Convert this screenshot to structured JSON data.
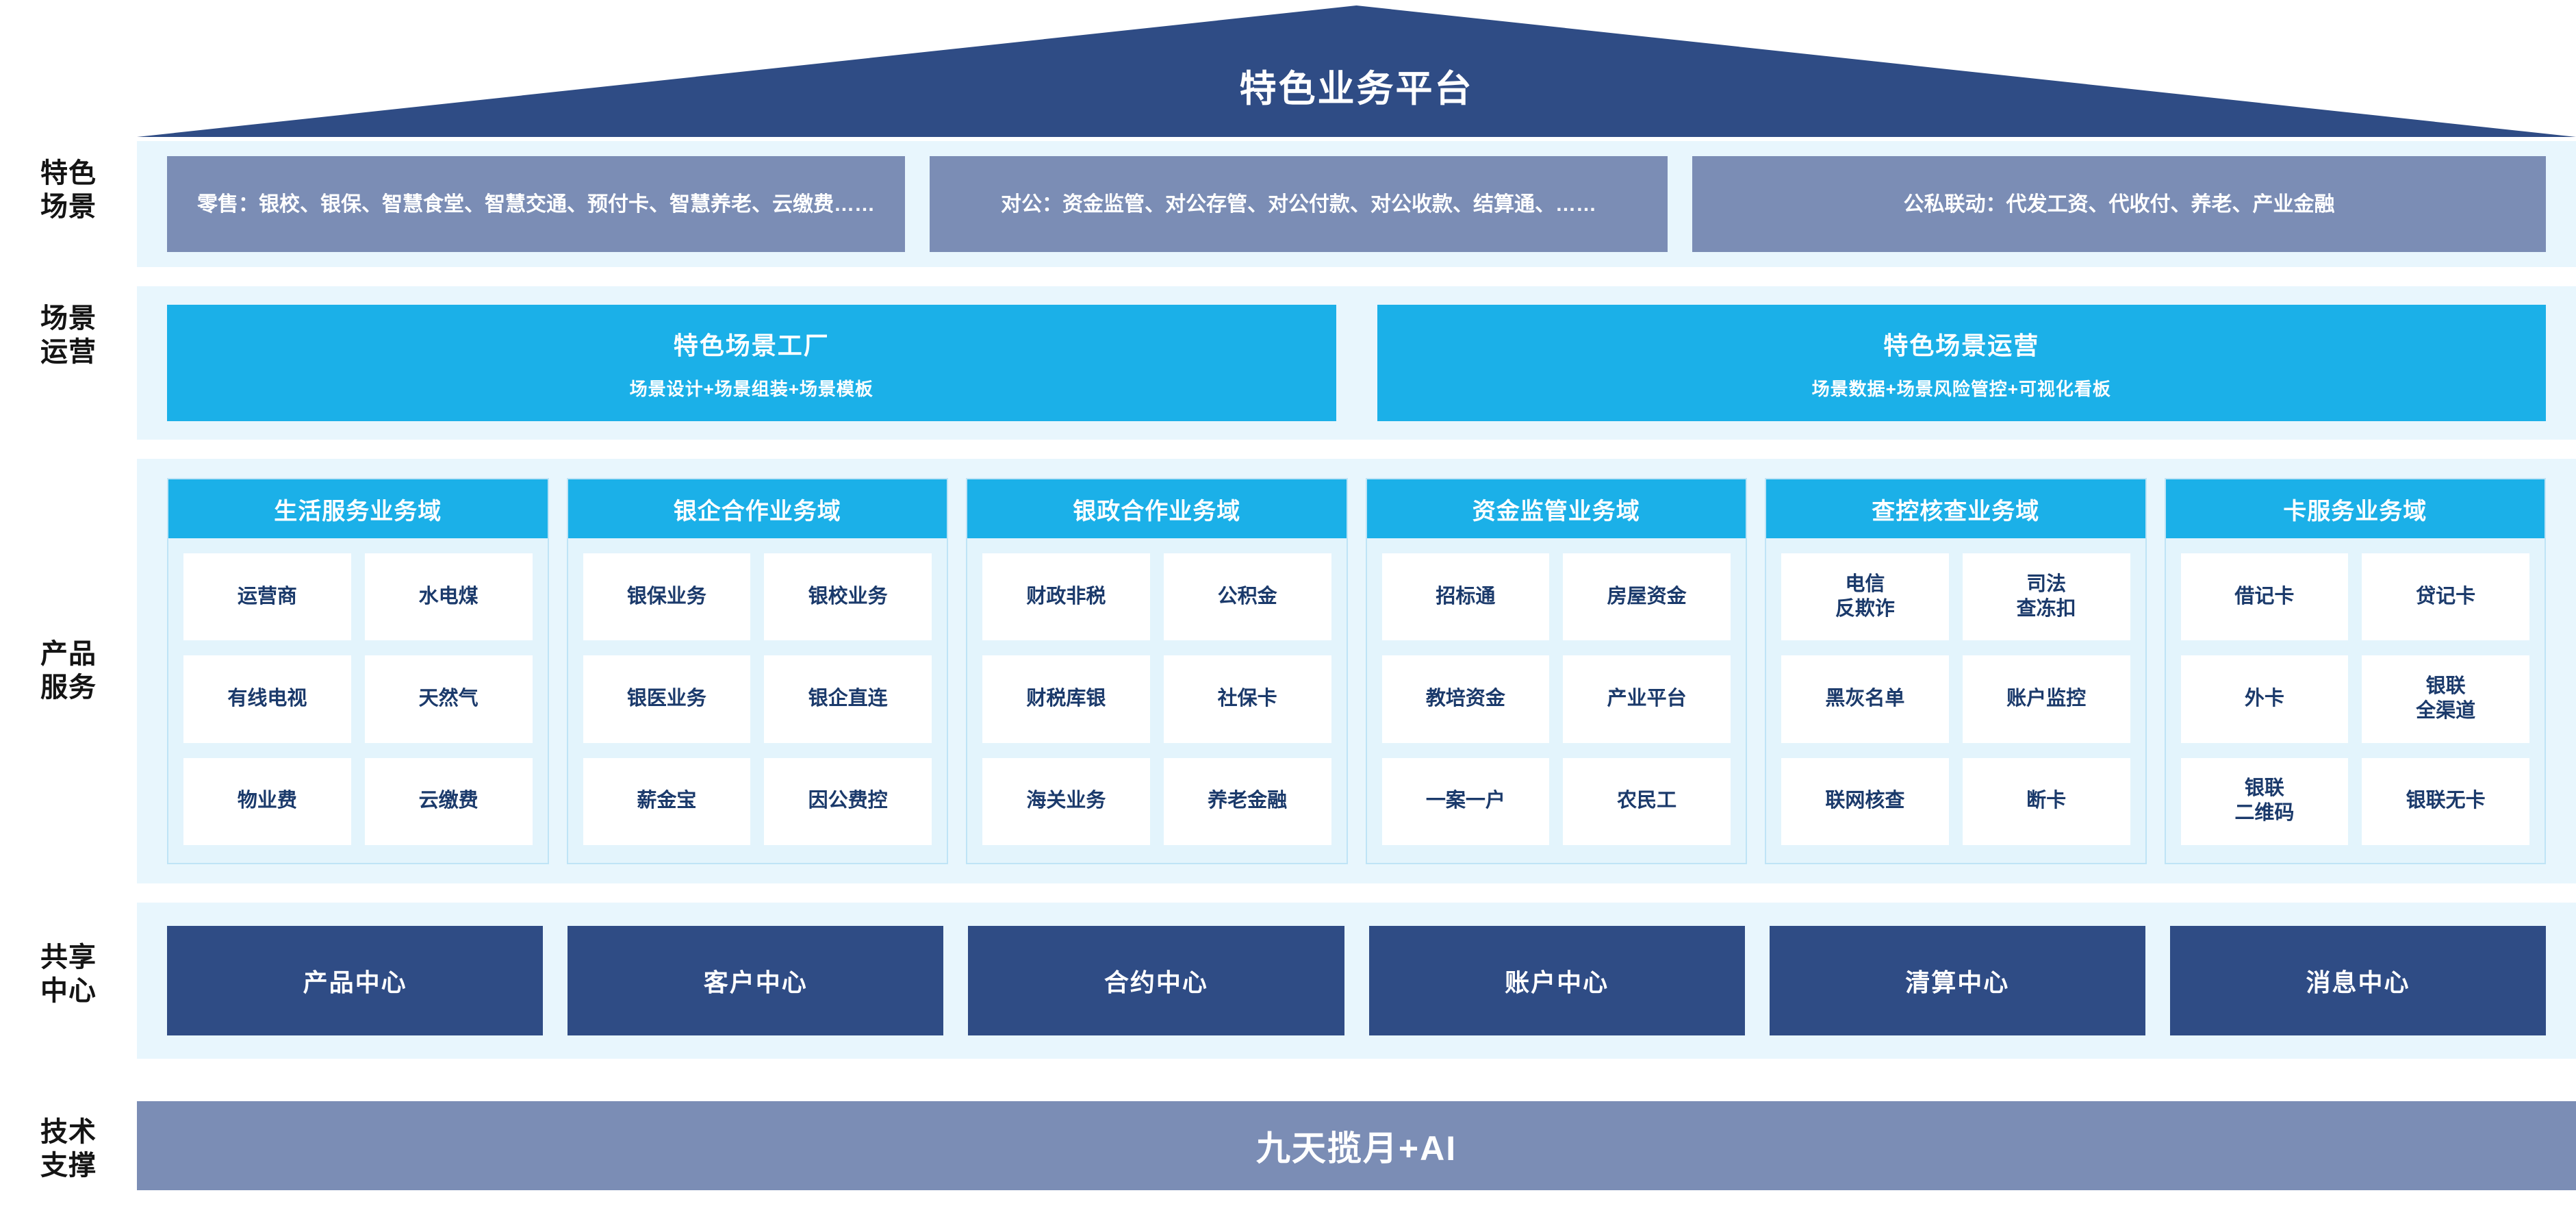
{
  "roof": {
    "title": "特色业务平台",
    "color": "#2f4c85"
  },
  "rows": {
    "scenes": {
      "label": "特色\n场景",
      "label_line1": "特色",
      "label_line2": "场景",
      "boxes": [
        {
          "text": "零售：银校、银保、智慧食堂、智慧交通、预付卡、智慧养老、云缴费……"
        },
        {
          "text": "对公：资金监管、对公存管、对公付款、对公收款、结算通、……"
        },
        {
          "text": "公私联动：代发工资、代收付、养老、产业金融"
        }
      ],
      "box_color": "#7b8db5"
    },
    "operations": {
      "label_line1": "场景",
      "label_line2": "运营",
      "boxes": [
        {
          "title": "特色场景工厂",
          "subtitle": "场景设计+场景组装+场景模板"
        },
        {
          "title": "特色场景运营",
          "subtitle": "场景数据+场景风险管控+可视化看板"
        }
      ],
      "box_color": "#1bb0e8"
    },
    "products": {
      "label_line1": "产品",
      "label_line2": "服务",
      "header_color": "#1bb0e8",
      "columns": [
        {
          "header": "生活服务业务域",
          "cells": [
            "运营商",
            "水电煤",
            "有线电视",
            "天然气",
            "物业费",
            "云缴费"
          ]
        },
        {
          "header": "银企合作业务域",
          "cells": [
            "银保业务",
            "银校业务",
            "银医业务",
            "银企直连",
            "薪金宝",
            "因公费控"
          ]
        },
        {
          "header": "银政合作业务域",
          "cells": [
            "财政非税",
            "公积金",
            "财税库银",
            "社保卡",
            "海关业务",
            "养老金融"
          ]
        },
        {
          "header": "资金监管业务域",
          "cells": [
            "招标通",
            "房屋资金",
            "教培资金",
            "产业平台",
            "一案一户",
            "农民工"
          ]
        },
        {
          "header": "查控核查业务域",
          "cells": [
            "电信\n反欺诈",
            "司法\n查冻扣",
            "黑灰名单",
            "账户监控",
            "联网核查",
            "断卡"
          ]
        },
        {
          "header": "卡服务业务域",
          "cells": [
            "借记卡",
            "贷记卡",
            "外卡",
            "银联\n全渠道",
            "银联\n二维码",
            "银联无卡"
          ]
        }
      ]
    },
    "shared_centers": {
      "label_line1": "共享",
      "label_line2": "中心",
      "box_color": "#2f4c85",
      "boxes": [
        "产品中心",
        "客户中心",
        "合约中心",
        "账户中心",
        "清算中心",
        "消息中心"
      ]
    },
    "tech_support": {
      "label_line1": "技术",
      "label_line2": "支撑",
      "bar_text": "九天揽月+AI",
      "bar_color": "#7b8db5"
    }
  }
}
